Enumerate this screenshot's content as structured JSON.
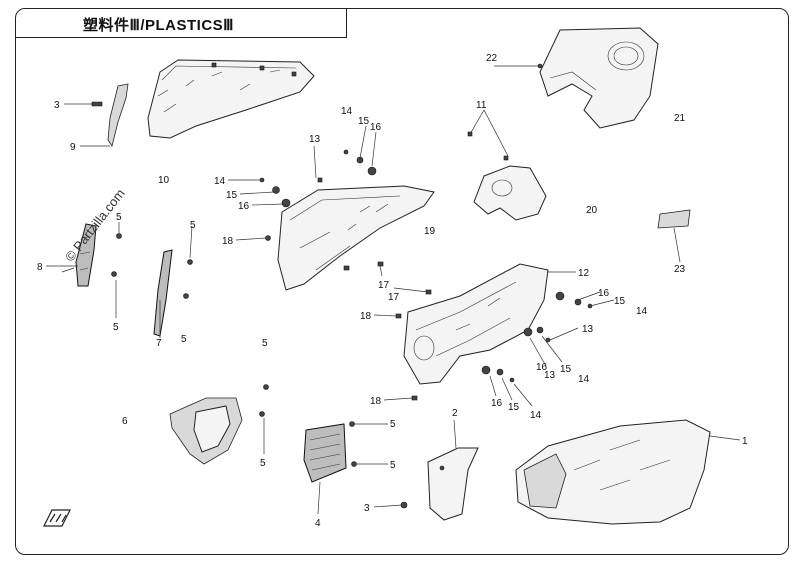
{
  "title": "塑料件Ⅲ/PLASTICSⅢ",
  "watermark": "© Partzilla.com",
  "callouts": [
    "1",
    "2",
    "3",
    "3",
    "4",
    "5",
    "5",
    "5",
    "5",
    "5",
    "5",
    "5",
    "5",
    "6",
    "7",
    "8",
    "9",
    "10",
    "11",
    "12",
    "13",
    "13",
    "13",
    "14",
    "14",
    "14",
    "14",
    "14",
    "15",
    "15",
    "15",
    "15",
    "15",
    "16",
    "16",
    "16",
    "16",
    "16",
    "17",
    "17",
    "18",
    "18",
    "18",
    "19",
    "20",
    "21",
    "22",
    "23"
  ],
  "colors": {
    "line": "#222222",
    "background": "#ffffff"
  },
  "logo_icon": "brand-logo-icon"
}
